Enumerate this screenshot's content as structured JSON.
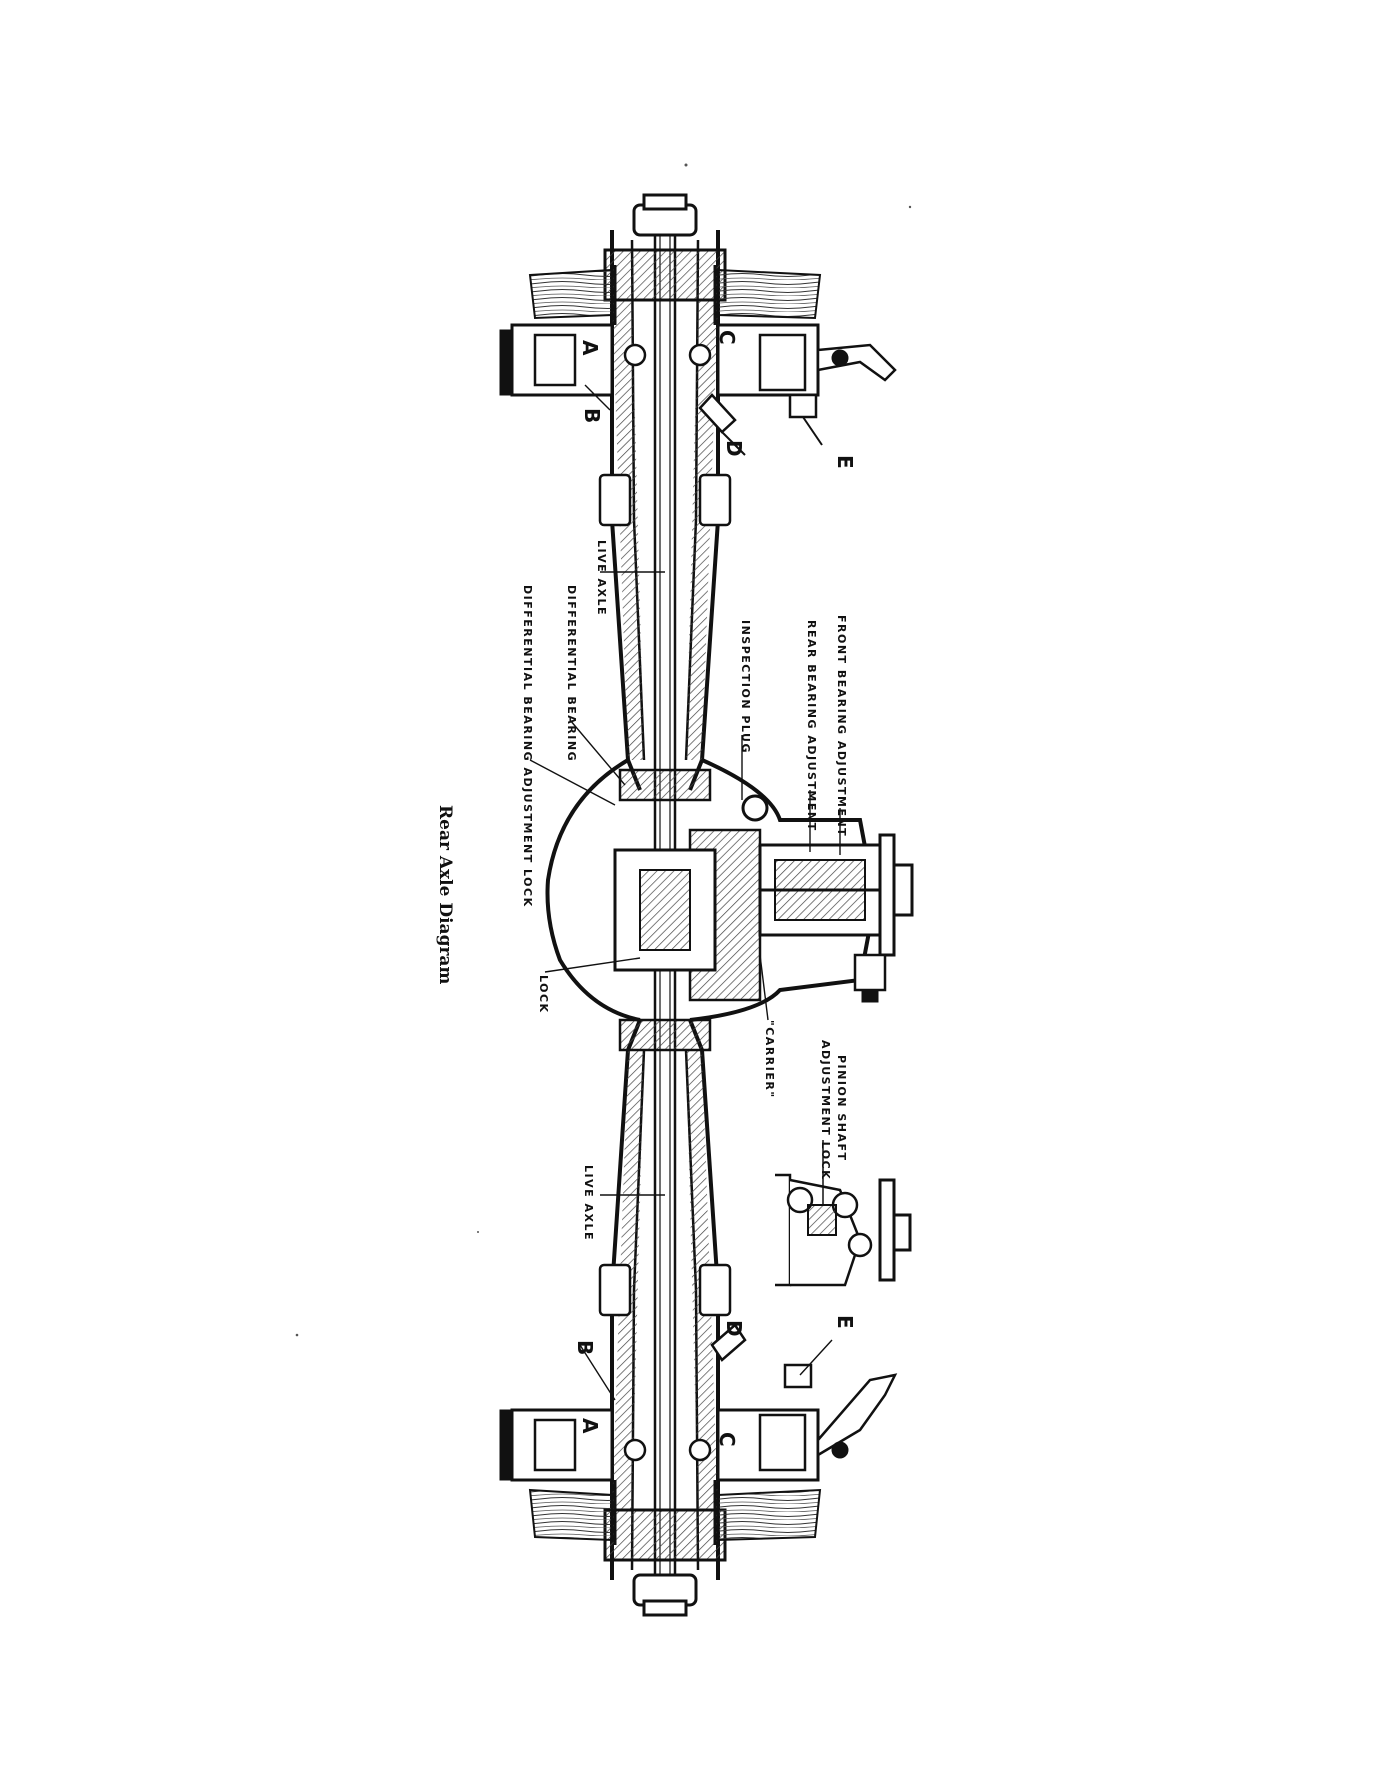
{
  "title": "Rear Axle Diagram",
  "colors": {
    "ink": "#111111",
    "paper": "#ffffff",
    "hatch": "#444444"
  },
  "labels": {
    "live_axle_upper": "LIVE AXLE",
    "live_axle_lower": "LIVE AXLE",
    "differential_bearing": "DIFFERENTIAL BEARING",
    "differential_bearing_adjustment_lock": "DIFFERENTIAL BEARING ADJUSTMENT LOCK",
    "inspection_plug": "INSPECTION PLUG",
    "rear_bearing_adjustment": "REAR BEARING ADJUSTMENT",
    "front_bearing_adjustment": "FRONT BEARING ADJUSTMENT",
    "lock": "LOCK",
    "carrier": "\"CARRIER\"",
    "pinion_shaft_line1": "PINION SHAFT",
    "pinion_shaft_line2": "ADJUSTMENT LOCK"
  },
  "letters": {
    "top": {
      "a": "A",
      "b": "B",
      "c": "C",
      "d": "D",
      "e": "E"
    },
    "bottom": {
      "a": "A",
      "b": "B",
      "c": "C",
      "d": "D",
      "e": "E"
    }
  }
}
